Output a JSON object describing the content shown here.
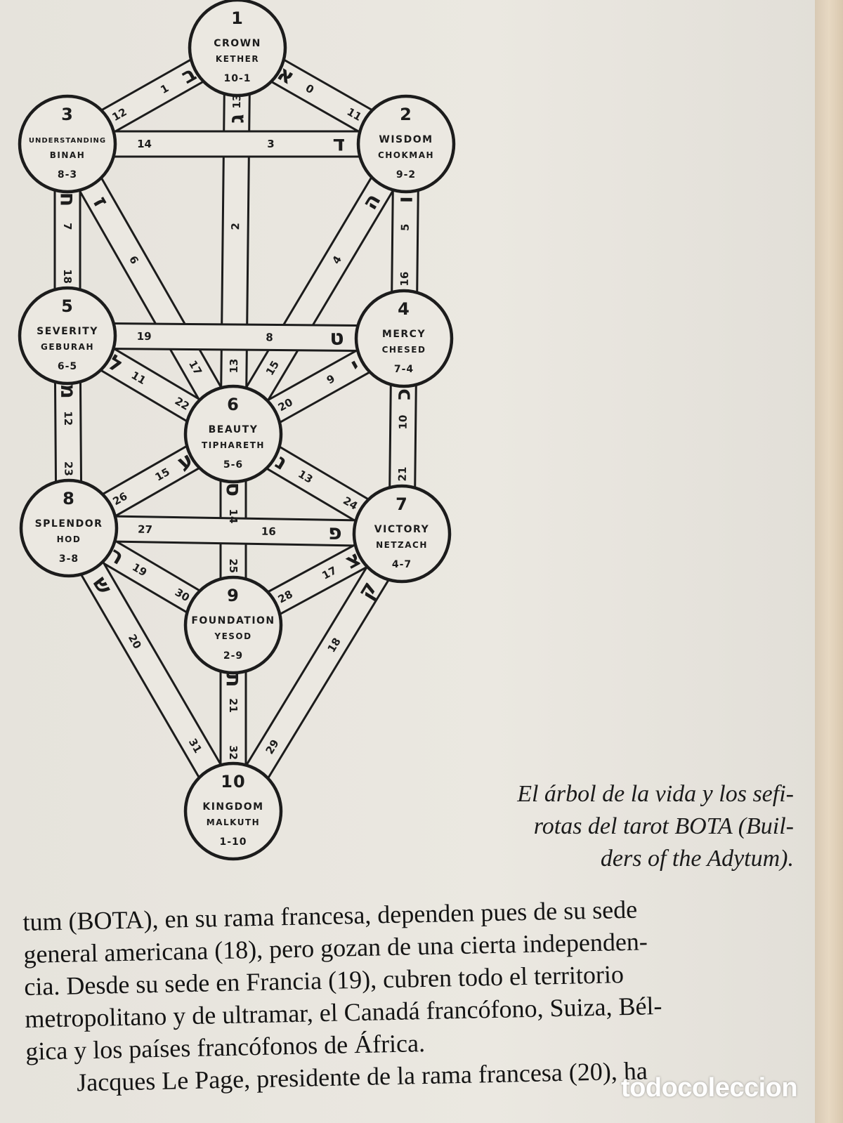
{
  "diagram": {
    "sephirot": [
      {
        "id": 1,
        "number": "1",
        "name": "CROWN",
        "hebrew_name": "KETHER",
        "range": "10-1"
      },
      {
        "id": 2,
        "number": "2",
        "name": "WISDOM",
        "hebrew_name": "CHOKMAH",
        "range": "9-2"
      },
      {
        "id": 3,
        "number": "3",
        "name": "UNDERSTANDING",
        "hebrew_name": "BINAH",
        "range": "8-3"
      },
      {
        "id": 4,
        "number": "4",
        "name": "MERCY",
        "hebrew_name": "CHESED",
        "range": "7-4"
      },
      {
        "id": 5,
        "number": "5",
        "name": "SEVERITY",
        "hebrew_name": "GEBURAH",
        "range": "6-5"
      },
      {
        "id": 6,
        "number": "6",
        "name": "BEAUTY",
        "hebrew_name": "TIPHARETH",
        "range": "5-6"
      },
      {
        "id": 7,
        "number": "7",
        "name": "VICTORY",
        "hebrew_name": "NETZACH",
        "range": "4-7"
      },
      {
        "id": 8,
        "number": "8",
        "name": "SPLENDOR",
        "hebrew_name": "HOD",
        "range": "3-8"
      },
      {
        "id": 9,
        "number": "9",
        "name": "FOUNDATION",
        "hebrew_name": "YESOD",
        "range": "2-9"
      },
      {
        "id": 10,
        "number": "10",
        "name": "KINGDOM",
        "hebrew_name": "MALKUTH",
        "range": "1-10"
      }
    ],
    "paths": [
      {
        "from": 1,
        "to": 2,
        "letter": "א",
        "numbers": [
          "0",
          "11"
        ]
      },
      {
        "from": 1,
        "to": 3,
        "letter": "ב",
        "numbers": [
          "1",
          "12"
        ]
      },
      {
        "from": 1,
        "to": 6,
        "letter": "ג",
        "numbers": [
          "13",
          "2",
          "13"
        ]
      },
      {
        "from": 2,
        "to": 3,
        "letter": "ד",
        "numbers": [
          "3",
          "14"
        ]
      },
      {
        "from": 2,
        "to": 6,
        "letter": "ה",
        "numbers": [
          "4",
          "15"
        ]
      },
      {
        "from": 2,
        "to": 4,
        "letter": "ו",
        "numbers": [
          "5",
          "16"
        ]
      },
      {
        "from": 3,
        "to": 6,
        "letter": "ז",
        "numbers": [
          "6",
          "17"
        ]
      },
      {
        "from": 3,
        "to": 5,
        "letter": "ח",
        "numbers": [
          "7",
          "18"
        ]
      },
      {
        "from": 4,
        "to": 5,
        "letter": "ט",
        "numbers": [
          "8",
          "19"
        ]
      },
      {
        "from": 4,
        "to": 6,
        "letter": "י",
        "numbers": [
          "9",
          "20"
        ]
      },
      {
        "from": 4,
        "to": 7,
        "letter": "כ",
        "numbers": [
          "10",
          "21"
        ]
      },
      {
        "from": 5,
        "to": 6,
        "letter": "ל",
        "numbers": [
          "11",
          "22"
        ]
      },
      {
        "from": 5,
        "to": 8,
        "letter": "מ",
        "numbers": [
          "12",
          "23"
        ]
      },
      {
        "from": 6,
        "to": 7,
        "letter": "נ",
        "numbers": [
          "13",
          "24"
        ]
      },
      {
        "from": 6,
        "to": 9,
        "letter": "ס",
        "numbers": [
          "14",
          "25"
        ]
      },
      {
        "from": 6,
        "to": 8,
        "letter": "ע",
        "numbers": [
          "15",
          "26"
        ]
      },
      {
        "from": 7,
        "to": 8,
        "letter": "פ",
        "numbers": [
          "16",
          "27"
        ]
      },
      {
        "from": 7,
        "to": 9,
        "letter": "צ",
        "numbers": [
          "17",
          "28"
        ]
      },
      {
        "from": 7,
        "to": 10,
        "letter": "ק",
        "numbers": [
          "18",
          "29"
        ]
      },
      {
        "from": 8,
        "to": 9,
        "letter": "ר",
        "numbers": [
          "19",
          "30"
        ]
      },
      {
        "from": 8,
        "to": 10,
        "letter": "ש",
        "numbers": [
          "20",
          "31"
        ]
      },
      {
        "from": 9,
        "to": 10,
        "letter": "ת",
        "numbers": [
          "21",
          "32"
        ]
      }
    ]
  },
  "caption": {
    "lines": [
      "El árbol de la vida y los sefi-",
      "rotas del tarot BOTA (Buil-",
      "ders of the Adytum)."
    ]
  },
  "body_text": {
    "lines": [
      "tum (BOTA), en su rama francesa, dependen pues de su sede",
      "general americana (18), pero gozan de una cierta independen-",
      "cia. Desde su sede en Francia (19), cubren todo el territorio",
      "metropolitano y de ultramar, el Canadá francófono, Suiza, Bél-",
      "gica y los países francófonos de África.",
      "Jacques Le Page, presidente de la rama francesa (20), ha"
    ]
  },
  "watermark": {
    "text": "todocoleccion"
  },
  "colors": {
    "ink": "#1c1c1c",
    "paper": "#e9e6df"
  }
}
